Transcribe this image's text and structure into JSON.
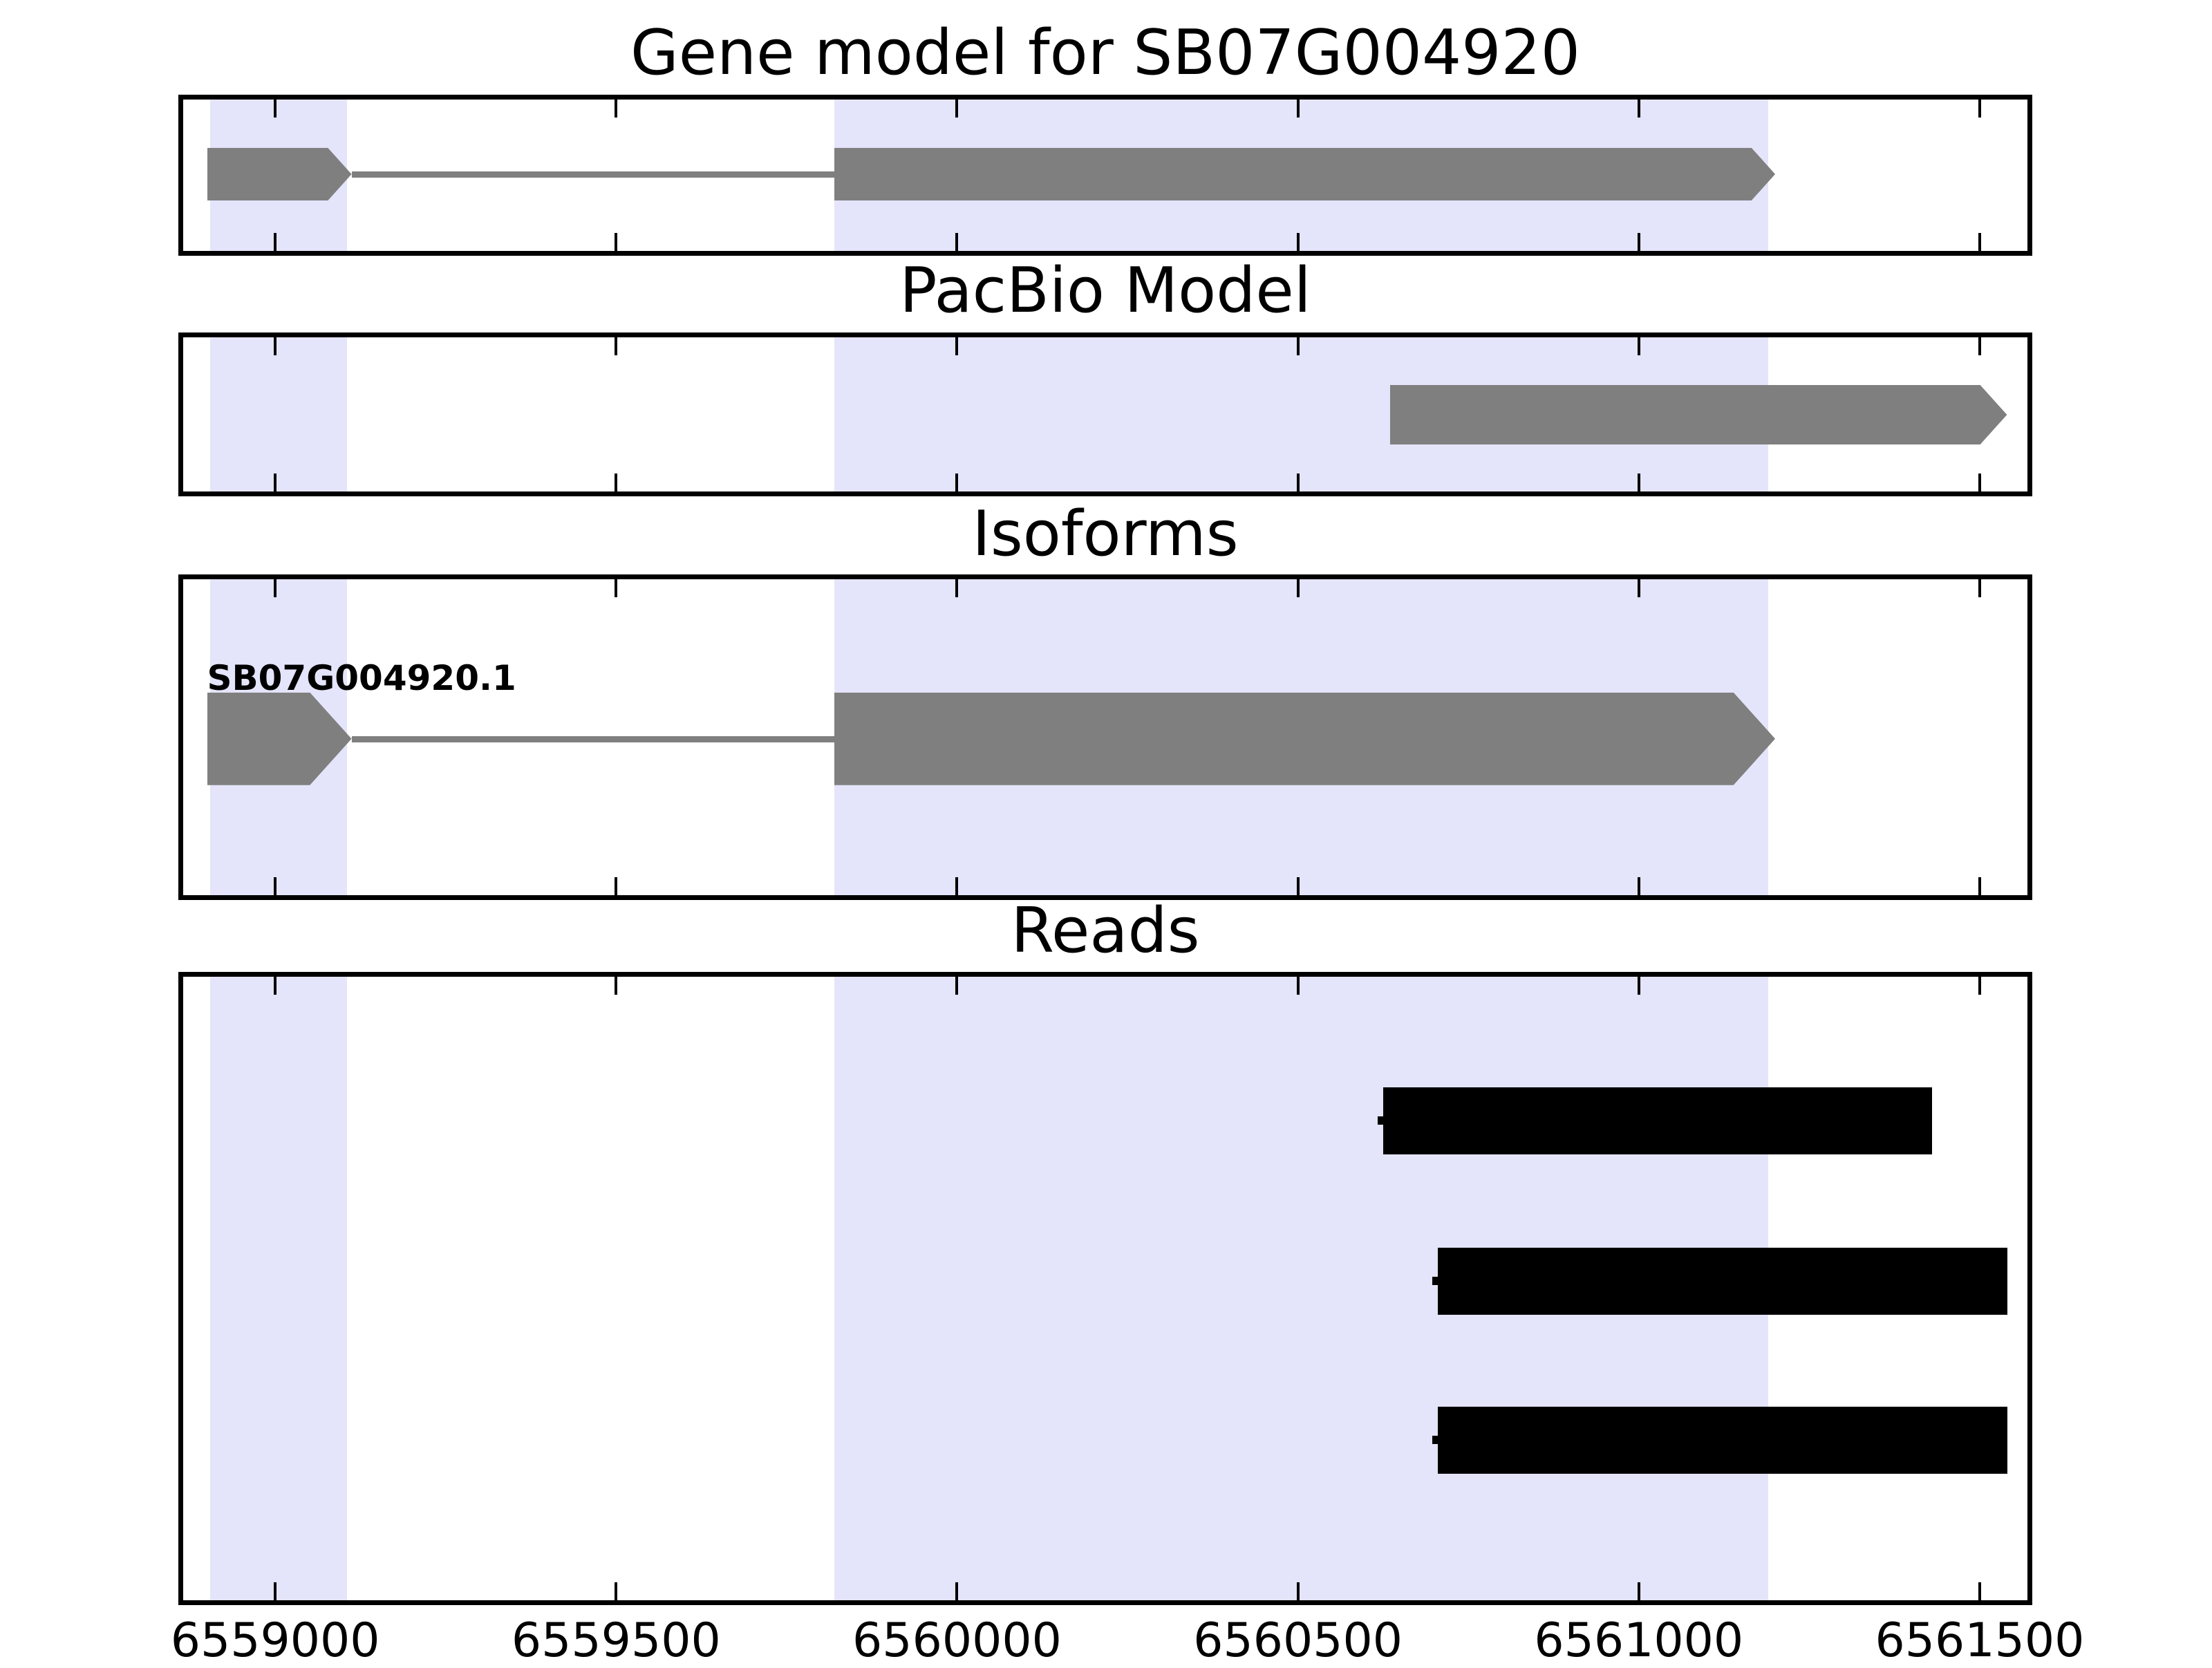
{
  "panels": [
    {
      "title": "Gene model for SB07G004920"
    },
    {
      "title": "PacBio Model"
    },
    {
      "title": "Isoforms"
    },
    {
      "title": "Reads"
    }
  ],
  "colors": {
    "background": "#ffffff",
    "highlight": "#e4e4fb",
    "gene": "#7f7f7f",
    "read": "#000000",
    "axis": "#000000"
  },
  "chart_data": {
    "type": "genome-browser-tracks",
    "title": "Gene model for SB07G004920",
    "xlim": [
      6558865,
      6561570
    ],
    "xticks": [
      6559000,
      6559500,
      6560000,
      6560500,
      6561000,
      6561500
    ],
    "tick_labels": [
      "6559000",
      "6559500",
      "6560000",
      "6560500",
      "6561000",
      "6561500"
    ],
    "grid": false,
    "highlight_regions": [
      {
        "start": 6558905,
        "end": 6559105
      },
      {
        "start": 6559820,
        "end": 6561190
      }
    ],
    "tracks": [
      {
        "name": "Gene model for SB07G004920",
        "kind": "transcript",
        "strand": "+",
        "features": [
          {
            "type": "exon",
            "start": 6558900,
            "end": 6559112,
            "arrow": true
          },
          {
            "type": "intron",
            "start": 6559112,
            "end": 6559820
          },
          {
            "type": "exon",
            "start": 6559820,
            "end": 6561200,
            "arrow": true
          }
        ]
      },
      {
        "name": "PacBio Model",
        "kind": "transcript",
        "strand": "+",
        "features": [
          {
            "type": "exon",
            "start": 6560635,
            "end": 6561540,
            "arrow": true
          }
        ]
      },
      {
        "name": "Isoforms",
        "kind": "transcript",
        "strand": "+",
        "isoform_label": "SB07G004920.1",
        "features": [
          {
            "type": "exon",
            "start": 6558900,
            "end": 6559112,
            "arrow": true
          },
          {
            "type": "intron",
            "start": 6559112,
            "end": 6559820
          },
          {
            "type": "exon",
            "start": 6559820,
            "end": 6561200,
            "arrow": true
          }
        ]
      },
      {
        "name": "Reads",
        "kind": "reads",
        "reads": [
          {
            "start": 6560625,
            "end": 6561430
          },
          {
            "start": 6560705,
            "end": 6561541
          },
          {
            "start": 6560705,
            "end": 6561541
          }
        ]
      }
    ]
  }
}
